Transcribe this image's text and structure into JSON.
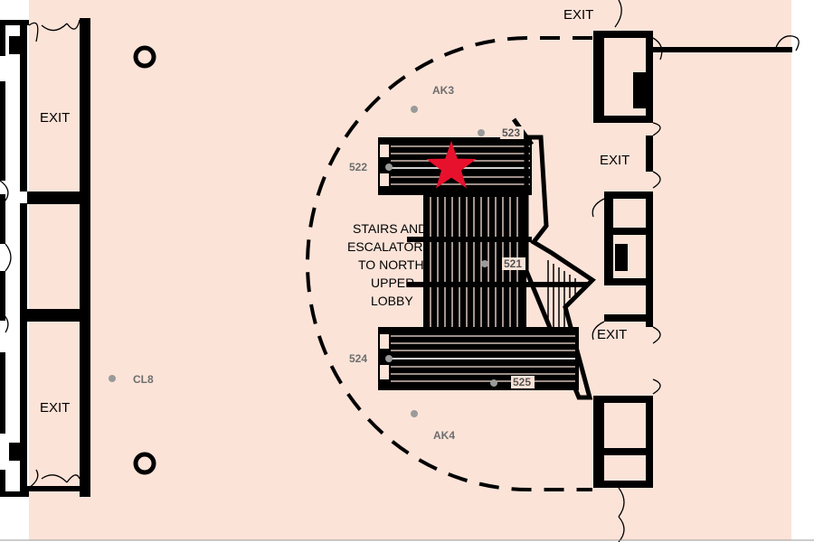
{
  "colors": {
    "floor": "#fbe3d8",
    "wall": "#000000",
    "marker": "#e8112d",
    "booth_dot": "#9a9a9a",
    "booth_text": "#6e6e6e"
  },
  "exits": [
    "EXIT",
    "EXIT",
    "EXIT",
    "EXIT",
    "EXIT"
  ],
  "booths": [
    "AK3",
    "523",
    "522",
    "521",
    "524",
    "525",
    "AK4",
    "CL8"
  ],
  "area_label": [
    "STAIRS AND",
    "ESCALATORS",
    "TO NORTH",
    "UPPER",
    "LOBBY"
  ],
  "icons": {
    "marker": "star-icon",
    "pillar": "circle-icon",
    "booth": "dot-icon"
  }
}
